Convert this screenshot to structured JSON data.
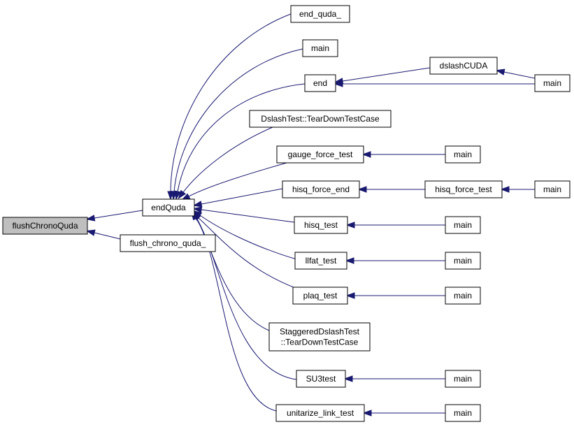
{
  "diagram": {
    "type": "caller-graph",
    "edge_color": "#191970",
    "root_fill": "#bfbfbf",
    "nodes": {
      "flushChronoQuda": {
        "lines": [
          "flushChronoQuda"
        ]
      },
      "endQuda": {
        "lines": [
          "endQuda"
        ]
      },
      "flush_chrono_quda_": {
        "lines": [
          "flush_chrono_quda_"
        ]
      },
      "end_quda_": {
        "lines": [
          "end_quda_"
        ]
      },
      "main_1": {
        "lines": [
          "main"
        ]
      },
      "end": {
        "lines": [
          "end"
        ]
      },
      "dslashCUDA": {
        "lines": [
          "dslashCUDA"
        ]
      },
      "main_2": {
        "lines": [
          "main"
        ]
      },
      "DslashTest_TearDown": {
        "lines": [
          "DslashTest::TearDownTestCase"
        ]
      },
      "gauge_force_test": {
        "lines": [
          "gauge_force_test"
        ]
      },
      "main_3": {
        "lines": [
          "main"
        ]
      },
      "hisq_force_end": {
        "lines": [
          "hisq_force_end"
        ]
      },
      "hisq_force_test": {
        "lines": [
          "hisq_force_test"
        ]
      },
      "main_4": {
        "lines": [
          "main"
        ]
      },
      "hisq_test": {
        "lines": [
          "hisq_test"
        ]
      },
      "main_5": {
        "lines": [
          "main"
        ]
      },
      "llfat_test": {
        "lines": [
          "llfat_test"
        ]
      },
      "main_6": {
        "lines": [
          "main"
        ]
      },
      "plaq_test": {
        "lines": [
          "plaq_test"
        ]
      },
      "main_7": {
        "lines": [
          "main"
        ]
      },
      "StaggeredDslashTest_TearDown": {
        "lines": [
          "StaggeredDslashTest",
          "::TearDownTestCase"
        ]
      },
      "SU3test": {
        "lines": [
          "SU3test"
        ]
      },
      "main_8": {
        "lines": [
          "main"
        ]
      },
      "unitarize_link_test": {
        "lines": [
          "unitarize_link_test"
        ]
      },
      "main_9": {
        "lines": [
          "main"
        ]
      }
    },
    "edges": [
      {
        "from": "endQuda",
        "to": "flushChronoQuda"
      },
      {
        "from": "flush_chrono_quda_",
        "to": "flushChronoQuda"
      },
      {
        "from": "end_quda_",
        "to": "endQuda"
      },
      {
        "from": "main_1",
        "to": "endQuda"
      },
      {
        "from": "end",
        "to": "endQuda"
      },
      {
        "from": "DslashTest_TearDown",
        "to": "endQuda"
      },
      {
        "from": "gauge_force_test",
        "to": "endQuda"
      },
      {
        "from": "hisq_force_end",
        "to": "endQuda"
      },
      {
        "from": "hisq_test",
        "to": "endQuda"
      },
      {
        "from": "llfat_test",
        "to": "endQuda"
      },
      {
        "from": "plaq_test",
        "to": "endQuda"
      },
      {
        "from": "StaggeredDslashTest_TearDown",
        "to": "endQuda"
      },
      {
        "from": "SU3test",
        "to": "endQuda"
      },
      {
        "from": "unitarize_link_test",
        "to": "endQuda"
      },
      {
        "from": "dslashCUDA",
        "to": "end"
      },
      {
        "from": "main_2",
        "to": "end"
      },
      {
        "from": "main_2",
        "to": "dslashCUDA"
      },
      {
        "from": "main_3",
        "to": "gauge_force_test"
      },
      {
        "from": "hisq_force_test",
        "to": "hisq_force_end"
      },
      {
        "from": "main_4",
        "to": "hisq_force_test"
      },
      {
        "from": "main_5",
        "to": "hisq_test"
      },
      {
        "from": "main_6",
        "to": "llfat_test"
      },
      {
        "from": "main_7",
        "to": "plaq_test"
      },
      {
        "from": "main_8",
        "to": "SU3test"
      },
      {
        "from": "main_9",
        "to": "unitarize_link_test"
      }
    ]
  }
}
